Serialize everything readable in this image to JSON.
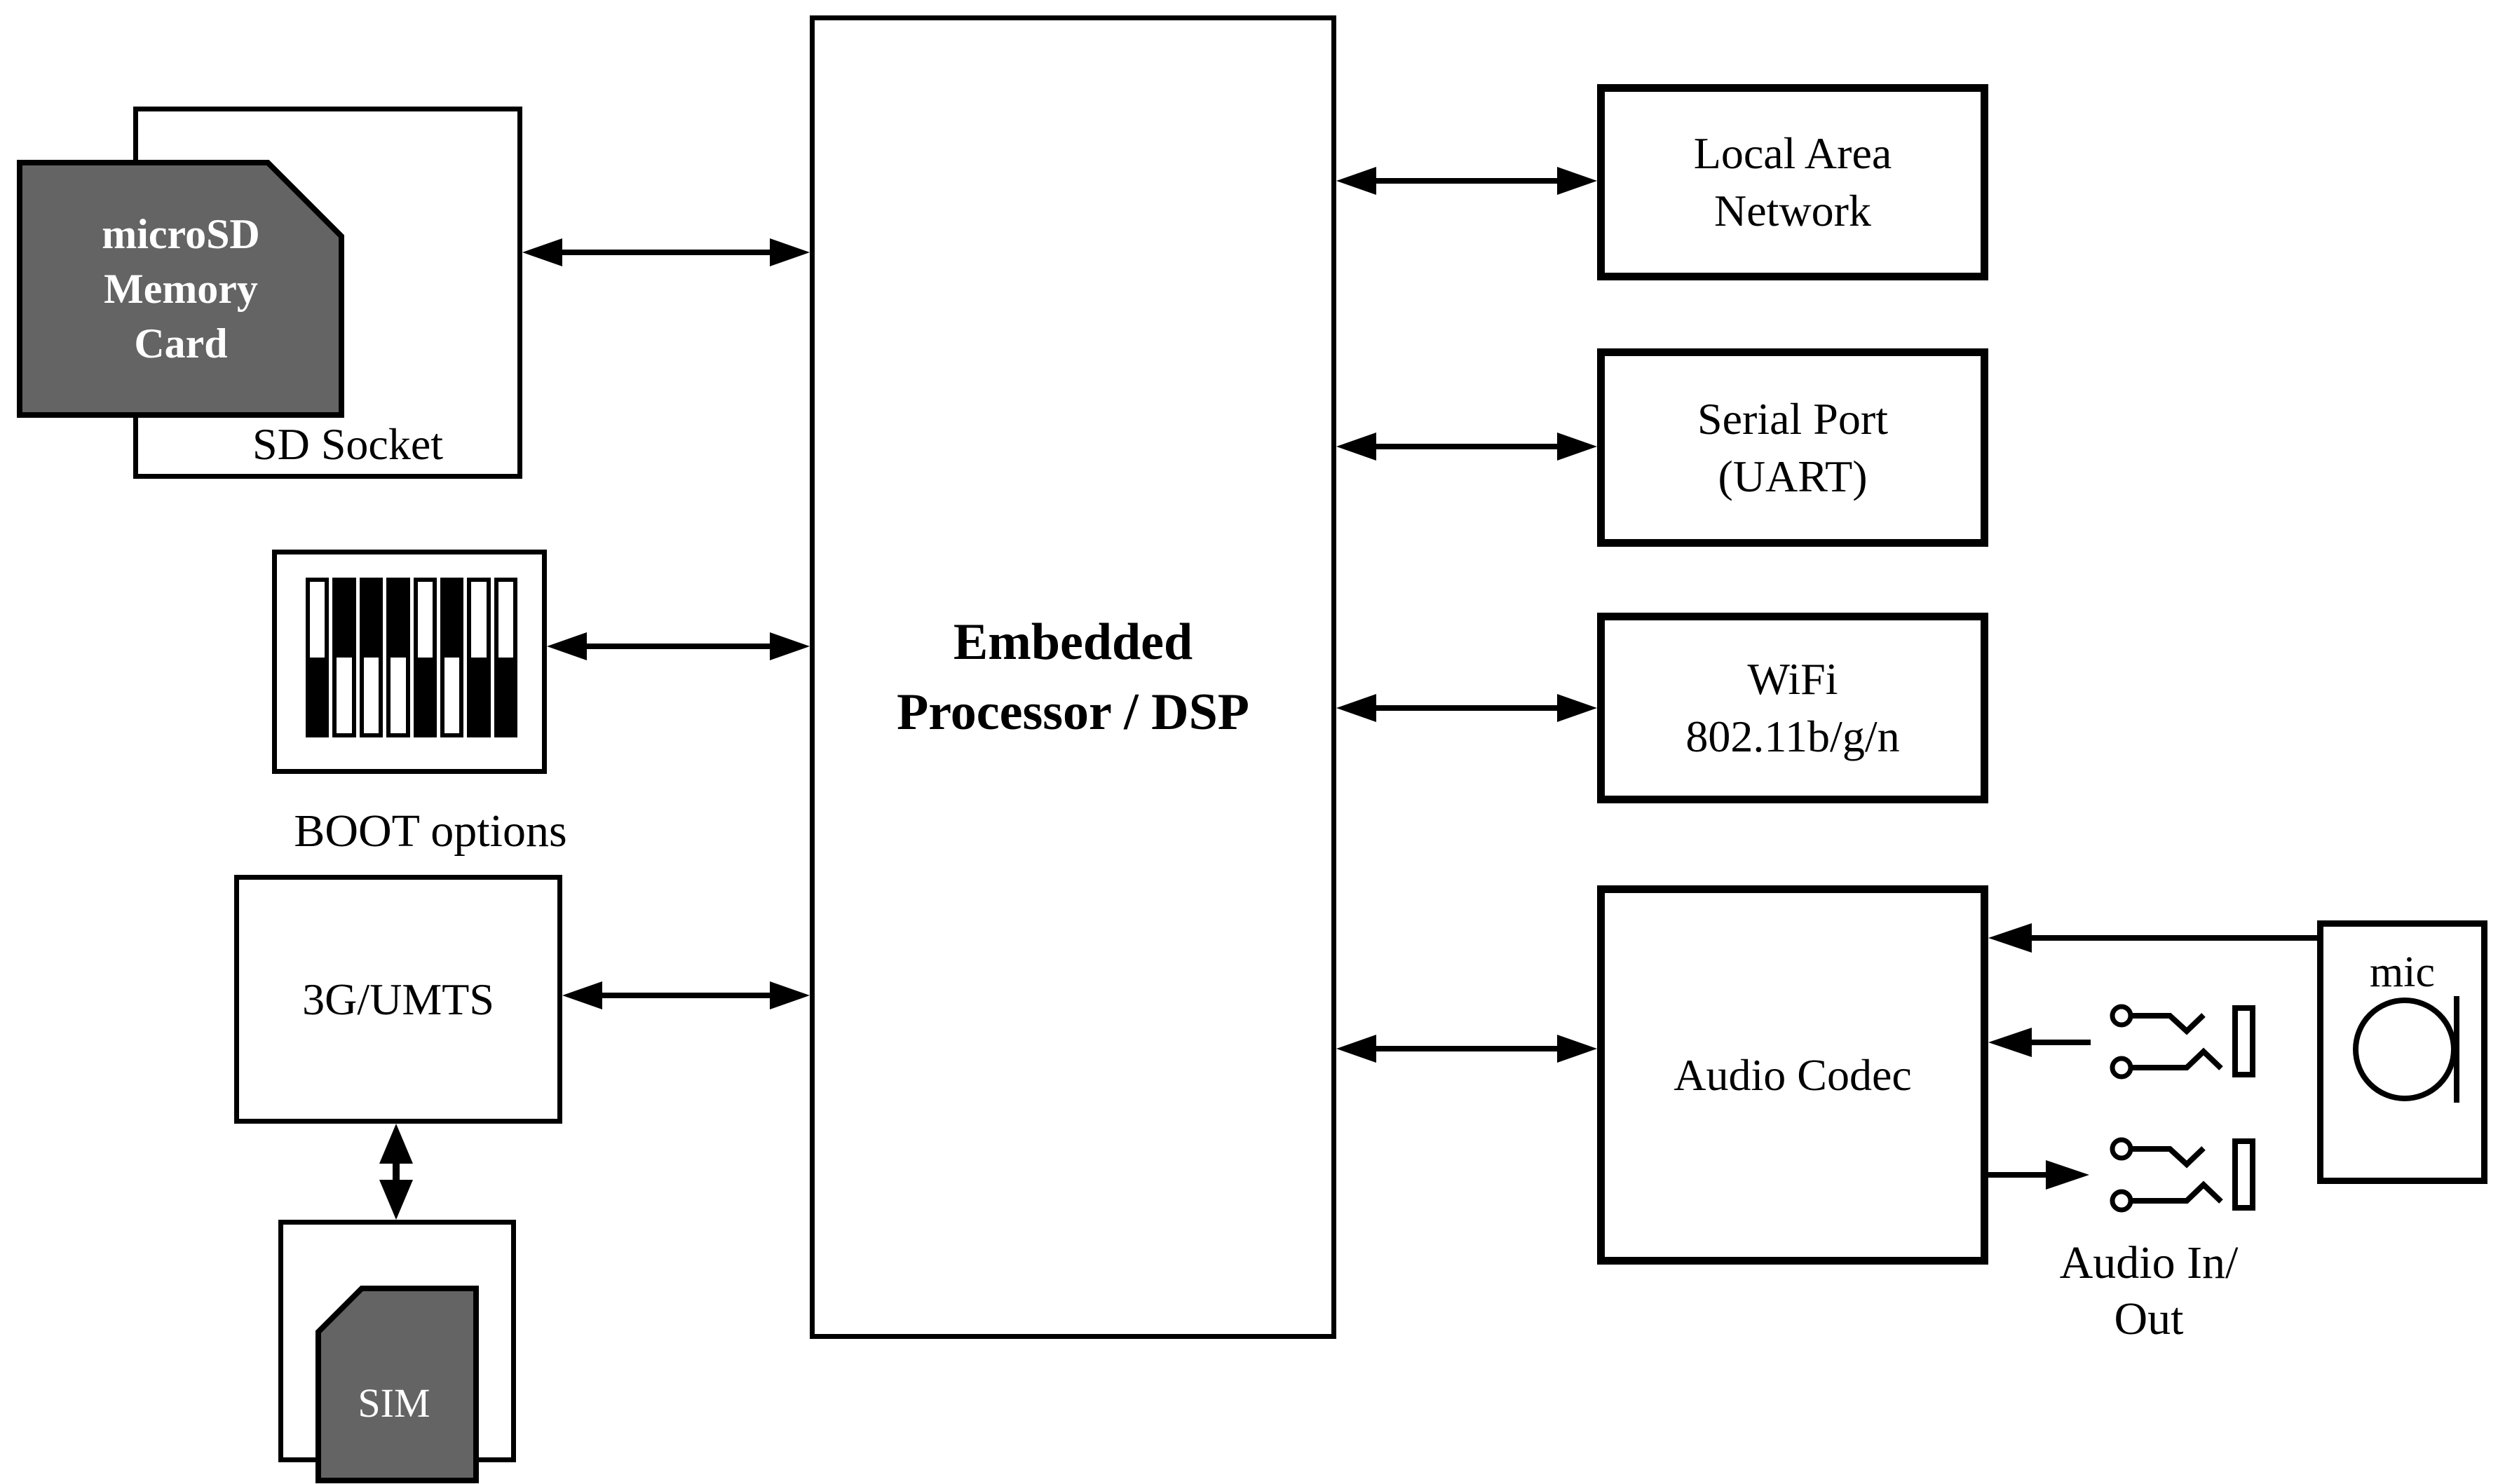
{
  "diagram": {
    "blocks": {
      "sd_socket": {
        "label": "SD Socket"
      },
      "microsd_card": {
        "lines": [
          "microSD",
          "Memory",
          "Card"
        ]
      },
      "boot_options": {
        "label": "BOOT options"
      },
      "umts_modem": {
        "label": "3G/UMTS"
      },
      "sim_card": {
        "label": "SIM"
      },
      "processor": {
        "lines": [
          "Embedded",
          "Processor / DSP"
        ]
      },
      "lan": {
        "lines": [
          "Local Area",
          "Network"
        ]
      },
      "serial_port": {
        "lines": [
          "Serial Port",
          "(UART)"
        ]
      },
      "wifi": {
        "lines": [
          "WiFi",
          "802.11b/g/n"
        ]
      },
      "audio_codec": {
        "label": "Audio Codec"
      },
      "mic": {
        "label": "mic"
      },
      "audio_io": {
        "lines": [
          "Audio In/",
          "Out"
        ]
      }
    },
    "dip_switch": {
      "count": 8,
      "positions": [
        "down",
        "up",
        "up",
        "up",
        "down",
        "up",
        "down",
        "down"
      ]
    },
    "colors": {
      "card_fill": "#646464",
      "card_text": "#ffffff",
      "line": "#000000",
      "background": "#ffffff"
    }
  }
}
